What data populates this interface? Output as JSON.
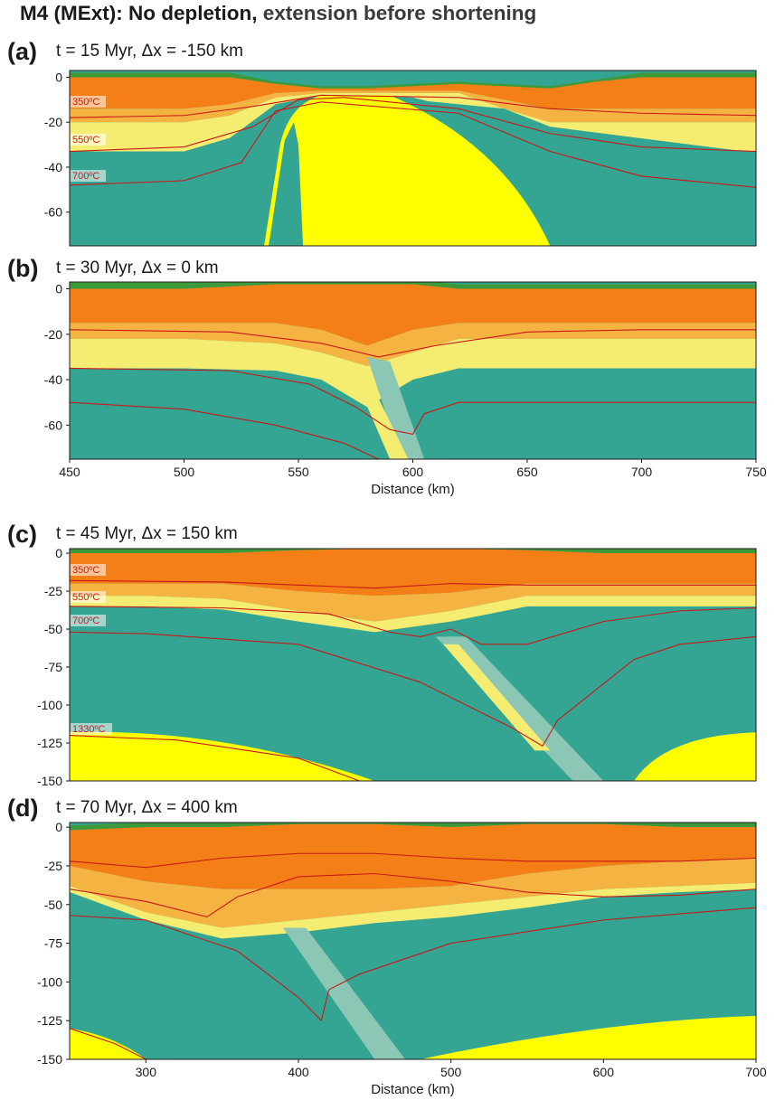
{
  "figure": {
    "title_bold": "M4 (MExt): No depletion,",
    "title_rest": " extension before shortening"
  },
  "colors": {
    "sediment_green": "#3d9a3a",
    "upper_crust_orange": "#f57f17",
    "middle_crust_lightorange": "#f5b342",
    "lower_crust_yellow": "#f5ed72",
    "mantle_teal": "#35a593",
    "asthenosphere_yellow": "#ffff00",
    "isotherm_red": "#c81818",
    "weak_zone_lightteal": "#8cc7b5",
    "interface_purple": "#9a6fa3"
  },
  "chart_data": [
    {
      "panel": "(a)",
      "title": "t = 15 Myr, Δx = -150 km",
      "type": "heatmap",
      "xlim": [
        450,
        750
      ],
      "ylim": [
        -75,
        3
      ],
      "yticks": [
        0,
        -20,
        -40,
        -60
      ],
      "isotherm_labels": [
        "350ºC",
        "550ºC",
        "700ºC"
      ],
      "isotherms": [
        {
          "temp": "350ºC",
          "x": [
            450,
            500,
            530,
            560,
            620,
            660,
            700,
            750
          ],
          "y": [
            -18,
            -17,
            -13,
            -8,
            -9,
            -14,
            -16,
            -17
          ]
        },
        {
          "temp": "550ºC",
          "x": [
            450,
            500,
            530,
            550,
            570,
            620,
            660,
            700,
            750
          ],
          "y": [
            -33,
            -31,
            -22,
            -10,
            -9,
            -14,
            -25,
            -31,
            -33
          ]
        },
        {
          "temp": "700ºC",
          "x": [
            450,
            500,
            525,
            540,
            560,
            620,
            660,
            700,
            750
          ],
          "y": [
            -48,
            -46,
            -38,
            -15,
            -11,
            -16,
            -33,
            -44,
            -49
          ]
        }
      ]
    },
    {
      "panel": "(b)",
      "title": "t = 30 Myr, Δx = 0 km",
      "type": "heatmap",
      "xlim": [
        450,
        750
      ],
      "ylim": [
        -75,
        3
      ],
      "yticks": [
        0,
        -20,
        -40,
        -60
      ],
      "xticks": [
        450,
        500,
        550,
        600,
        650,
        700,
        750
      ],
      "xlabel": "Distance (km)",
      "isotherms": [
        {
          "temp": "350ºC",
          "x": [
            450,
            520,
            560,
            585,
            610,
            650,
            700,
            750
          ],
          "y": [
            -18,
            -19,
            -24,
            -30,
            -25,
            -19,
            -18,
            -18
          ]
        },
        {
          "temp": "550ºC",
          "x": [
            450,
            520,
            555,
            575,
            590,
            600,
            605,
            620,
            660,
            700,
            750
          ],
          "y": [
            -35,
            -36,
            -42,
            -52,
            -62,
            -64,
            -55,
            -50,
            -50,
            -50,
            -50
          ]
        },
        {
          "temp": "700ºC",
          "x": [
            450,
            500,
            540,
            570,
            585
          ],
          "y": [
            -50,
            -53,
            -60,
            -68,
            -75
          ]
        }
      ]
    },
    {
      "panel": "(c)",
      "title": "t = 45 Myr, Δx = 150 km",
      "type": "heatmap",
      "xlim": [
        250,
        700
      ],
      "ylim": [
        -150,
        3
      ],
      "yticks": [
        0,
        -25,
        -50,
        -75,
        -100,
        -125,
        -150
      ],
      "isotherm_labels": [
        "350ºC",
        "550ºC",
        "700ºC",
        "1330ºC"
      ],
      "isotherms": [
        {
          "temp": "350ºC",
          "x": [
            250,
            350,
            400,
            450,
            500,
            550,
            600,
            650,
            700
          ],
          "y": [
            -18,
            -19,
            -21,
            -23,
            -20,
            -21,
            -21,
            -21,
            -21
          ]
        },
        {
          "temp": "550ºC",
          "x": [
            250,
            350,
            420,
            460,
            480,
            500,
            520,
            550,
            600,
            650,
            700
          ],
          "y": [
            -35,
            -36,
            -40,
            -52,
            -55,
            -50,
            -60,
            -60,
            -45,
            -38,
            -36
          ]
        },
        {
          "temp": "700ºC",
          "x": [
            250,
            300,
            400,
            480,
            540,
            560,
            570,
            620,
            650,
            700
          ],
          "y": [
            -52,
            -53,
            -60,
            -85,
            -115,
            -127,
            -110,
            -70,
            -60,
            -55
          ]
        },
        {
          "temp": "1330ºC",
          "x": [
            250,
            320,
            400,
            440
          ],
          "y": [
            -120,
            -123,
            -135,
            -150
          ]
        }
      ]
    },
    {
      "panel": "(d)",
      "title": "t = 70 Myr, Δx = 400 km",
      "type": "heatmap",
      "xlim": [
        250,
        700
      ],
      "ylim": [
        -150,
        3
      ],
      "yticks": [
        0,
        -25,
        -50,
        -75,
        -100,
        -125,
        -150
      ],
      "xticks": [
        300,
        400,
        500,
        600,
        700
      ],
      "xlabel": "Distance (km)",
      "isotherms": [
        {
          "temp": "350ºC",
          "x": [
            250,
            300,
            350,
            400,
            450,
            500,
            550,
            600,
            650,
            700
          ],
          "y": [
            -22,
            -26,
            -20,
            -17,
            -17,
            -20,
            -22,
            -22,
            -22,
            -20
          ]
        },
        {
          "temp": "550ºC",
          "x": [
            250,
            300,
            340,
            360,
            400,
            450,
            500,
            550,
            600,
            650,
            700
          ],
          "y": [
            -40,
            -48,
            -58,
            -45,
            -32,
            -30,
            -35,
            -42,
            -45,
            -44,
            -40
          ]
        },
        {
          "temp": "700ºC",
          "x": [
            250,
            300,
            360,
            400,
            415,
            420,
            440,
            500,
            600,
            700
          ],
          "y": [
            -57,
            -60,
            -80,
            -110,
            -125,
            -105,
            -95,
            -75,
            -60,
            -52
          ]
        },
        {
          "temp": "1330ºC",
          "x": [
            250,
            280,
            300
          ],
          "y": [
            -130,
            -140,
            -150
          ]
        }
      ]
    }
  ]
}
